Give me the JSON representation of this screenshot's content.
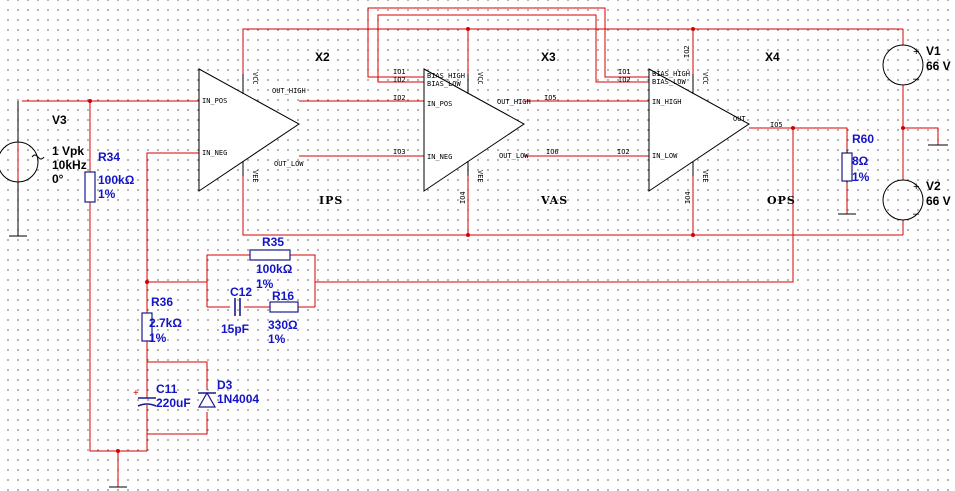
{
  "blocks": {
    "x2": {
      "ref": "X2",
      "in_pos": "IN_POS",
      "in_neg": "IN_NEG",
      "out_high": "OUT_HIGH",
      "out_low": "OUT_LOW",
      "vcc": "VCC",
      "vee": "VEE",
      "stage": "IPS"
    },
    "x3": {
      "ref": "X3",
      "bias_high": "BIAS_HIGH",
      "bias_low": "BIAS_LOW",
      "in_pos": "IN_POS",
      "in_neg": "IN_NEG",
      "out_high": "OUT_HIGH",
      "out_low": "OUT_LOW",
      "vcc": "VCC",
      "vee": "VEE",
      "stage": "VAS"
    },
    "x4": {
      "ref": "X4",
      "bias_high": "BIAS_HIGH",
      "bias_low": "BIAS_LOW",
      "in_high": "IN_HIGH",
      "in_low": "IN_LOW",
      "out": "OUT",
      "vcc": "VCC",
      "vee": "VEE",
      "stage": "OPS"
    }
  },
  "nets": {
    "io1a": "IO1",
    "io2a": "IO2",
    "io1b": "IO1",
    "io2b": "IO2",
    "io2_x2_high": "IO2",
    "io3_x2_low": "IO3",
    "io5_x3_high": "IO5",
    "io6_x3_low": "IO6",
    "io2_x4_vcc": "IO2",
    "io4_x3_vee": "IO4",
    "io4_x4_vee": "IO4",
    "io5_out": "IO5",
    "io2_x4_low": "IO2"
  },
  "components": {
    "v3": {
      "ref": "V3",
      "amp": "1 Vpk",
      "freq": "10kHz",
      "phase": "0°"
    },
    "r34": {
      "ref": "R34",
      "value": "100kΩ",
      "tol": "1%"
    },
    "r35": {
      "ref": "R35",
      "value": "100kΩ",
      "tol": "1%"
    },
    "c12": {
      "ref": "C12",
      "value": "15pF"
    },
    "r16": {
      "ref": "R16",
      "value": "330Ω",
      "tol": "1%"
    },
    "r36": {
      "ref": "R36",
      "value": "2.7kΩ",
      "tol": "1%"
    },
    "c11": {
      "ref": "C11",
      "value": "220uF"
    },
    "d3": {
      "ref": "D3",
      "value": "1N4004"
    },
    "r60": {
      "ref": "R60",
      "value": "8Ω",
      "tol": "1%"
    },
    "v1": {
      "ref": "V1",
      "value": "66 V"
    },
    "v2": {
      "ref": "V2",
      "value": "66 V"
    }
  },
  "colors": {
    "wire": "#d40000",
    "label": "#1414c8",
    "symbol": "#000000"
  }
}
